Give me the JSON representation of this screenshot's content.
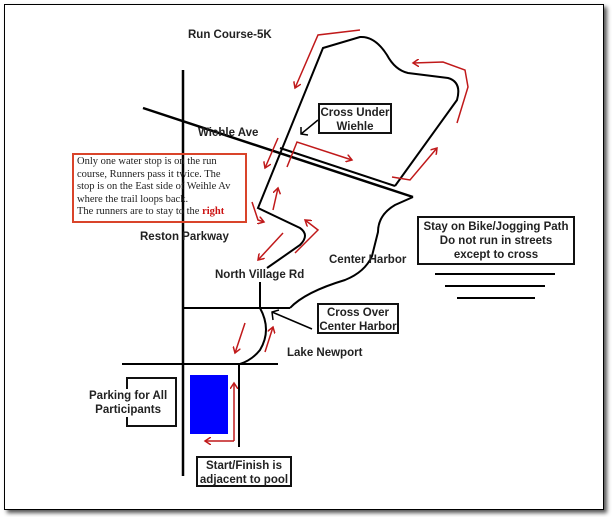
{
  "title": "Run Course-5K",
  "roads": {
    "wiehle": "Wiehle Ave",
    "reston": "Reston Parkway",
    "north_village": "North Village Rd",
    "center_harbor": "Center Harbor",
    "lake_newport": "Lake Newport"
  },
  "callouts": {
    "cross_under": [
      "Cross Under",
      "Wiehle"
    ],
    "cross_over": [
      "Cross Over",
      "Center Harbor"
    ],
    "stay_on_path": [
      "Stay on Bike/Jogging Path",
      "Do not run in streets",
      "except to cross"
    ],
    "parking": [
      "Parking for All",
      "Participants"
    ],
    "start_finish": [
      "Start/Finish is",
      "adjacent to pool"
    ]
  },
  "water_note": {
    "lines": [
      "Only one water stop is on the run",
      "course, Runners pass it twice. The",
      "stop is on the East side of Weihle Av",
      "where the trail loops back."
    ],
    "last_line": "The runners are to stay to the ",
    "emphasis": "right"
  },
  "colors": {
    "route": "#c0191a",
    "pool": "#0000ff",
    "note_border": "#d9442a"
  }
}
